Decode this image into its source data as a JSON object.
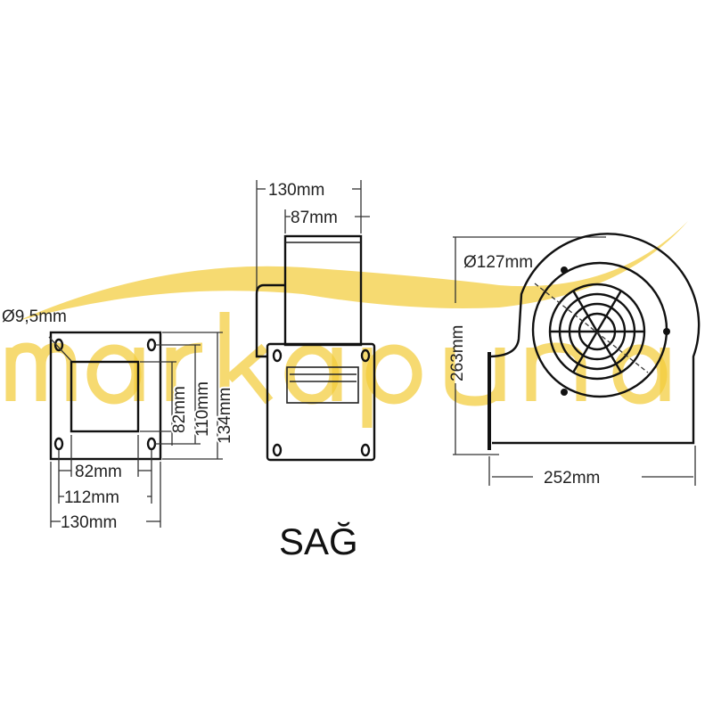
{
  "title": "SAĞ",
  "watermark": "markapuna",
  "colors": {
    "watermark": "#f2cc3a",
    "lines": "#222222"
  },
  "flange_view": {
    "hole_diameter": "Ø9,5mm",
    "inner_width": "82mm",
    "hole_spacing_width": "112mm",
    "outer_width": "130mm",
    "inner_height": "82mm",
    "hole_spacing_height": "110mm",
    "outer_height": "134mm"
  },
  "side_view": {
    "total_width": "130mm",
    "body_width": "87mm"
  },
  "front_view": {
    "inlet_diameter": "Ø127mm",
    "height": "263mm",
    "width": "252mm"
  }
}
